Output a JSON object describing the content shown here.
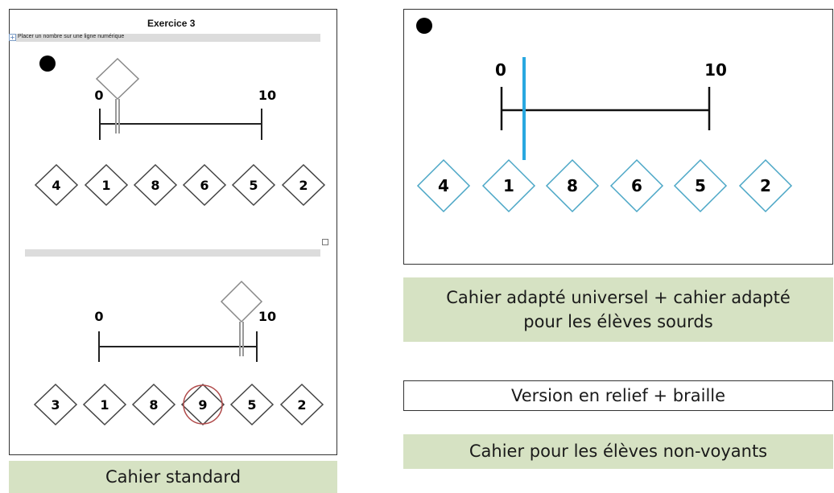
{
  "standard": {
    "title": "Exercice 3",
    "instruction": "Placer un nombre sur une ligne numérique",
    "ex1": {
      "start": "0",
      "end": "10",
      "choices": [
        "4",
        "1",
        "8",
        "6",
        "5",
        "2"
      ]
    },
    "ex2": {
      "start": "0",
      "end": "10",
      "choices": [
        "3",
        "1",
        "8",
        "9",
        "5",
        "2"
      ]
    },
    "caption": "Cahier standard"
  },
  "adapted": {
    "start": "0",
    "end": "10",
    "choices": [
      "4",
      "1",
      "8",
      "6",
      "5",
      "2"
    ],
    "caption": "Cahier adapté universel + cahier adapté pour les élèves sourds"
  },
  "relief": {
    "caption": "Version en relief + braille"
  },
  "blind": {
    "caption": "Cahier pour les élèves non-voyants"
  },
  "colors": {
    "label_bg": "#d6e2c3",
    "cursor_blue": "#29a8e0",
    "diamond_blue": "#4aa6c6",
    "circle_red": "#b04a4a"
  }
}
